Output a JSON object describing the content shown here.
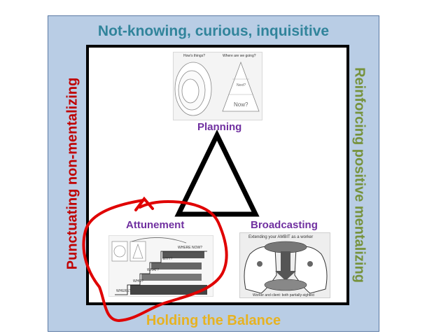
{
  "frame": {
    "top_label": "Not-knowing, curious, inquisitive",
    "bottom_label": "Holding the Balance",
    "left_label": "Punctuating non-mentalizing",
    "right_label": "Reinforcing positive mentalizing"
  },
  "nodes": {
    "planning": {
      "label": "Planning",
      "thumb": {
        "left_heading": "How's things?",
        "right_heading": "Where are we going?",
        "pyramid_mid": "Next?",
        "pyramid_base": "Now?"
      }
    },
    "attunement": {
      "label": "Attunement",
      "thumb": {
        "steps": [
          "WHERE NOW?",
          "WHY?",
          "WHAT?",
          "WHO?",
          "WHERE?"
        ]
      }
    },
    "broadcasting": {
      "label": "Broadcasting",
      "thumb": {
        "heading": "Extending your AMBIT as a worker",
        "footer": "Worker and client: both partially-sighted"
      }
    }
  },
  "colors": {
    "top_label": "#31849b",
    "bottom_label": "#e6b222",
    "left_label": "#c00000",
    "right_label": "#76923c",
    "node_label": "#7030a0",
    "outer_background": "#b9cde5",
    "annotation": "#e00000"
  }
}
